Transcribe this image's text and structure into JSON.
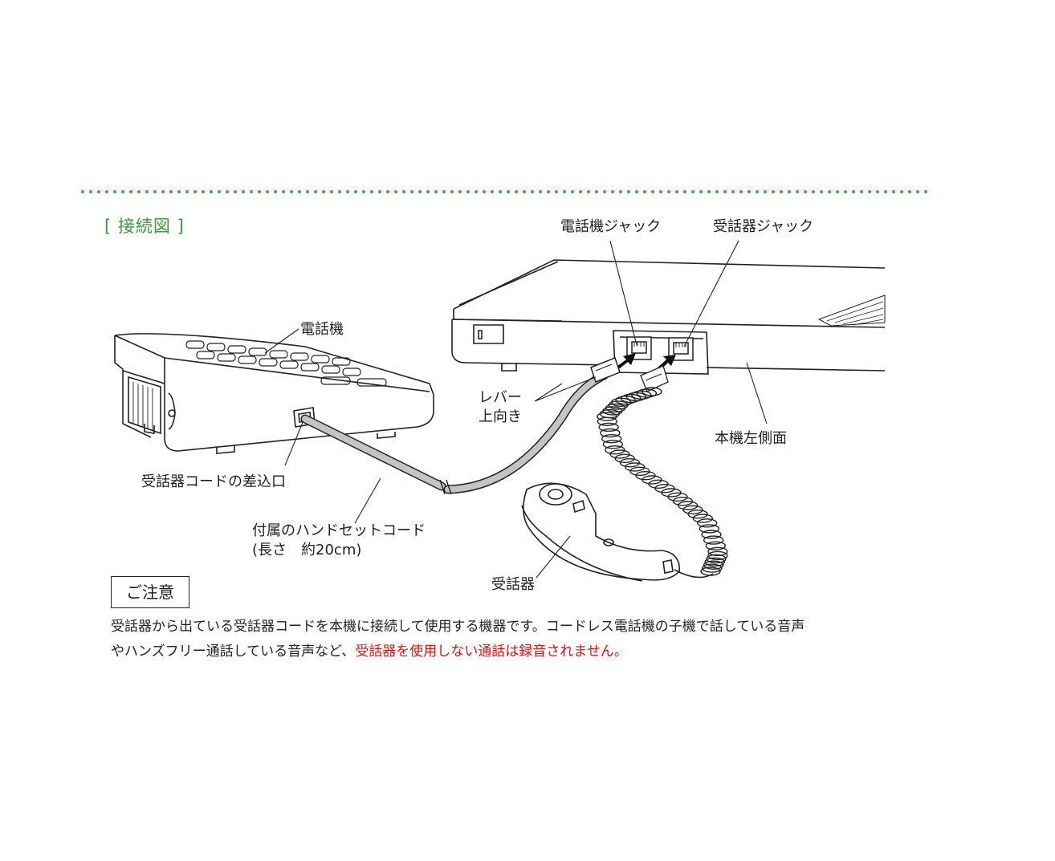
{
  "section_title": "[ 接続図 ]",
  "labels": {
    "phone_jack": "電話機ジャック",
    "handset_jack": "受話器ジャック",
    "telephone": "電話機",
    "lever_line1": "レバー",
    "lever_line2": "上向き",
    "unit_left_side": "本機左側面",
    "handset_cord_port": "受話器コードの差込口",
    "handset_cord_line1": "付属のハンドセットコード",
    "handset_cord_line2": "(長さ　約20cm)",
    "handset": "受話器"
  },
  "notice": {
    "title": "ご注意",
    "text_line1": "受話器から出ている受話器コードを本機に接続して使用する機器です。コードレス電話機の子機で話している音声",
    "text_line2_normal": "やハンズフリー通話している音声など、",
    "text_line2_red": "受話器を使用しない通話は録音されません。"
  },
  "colors": {
    "accent_green": "#3c9a3c",
    "warning_red": "#d91414",
    "line": "#222222",
    "cord_fill": "#bfbfbf"
  }
}
